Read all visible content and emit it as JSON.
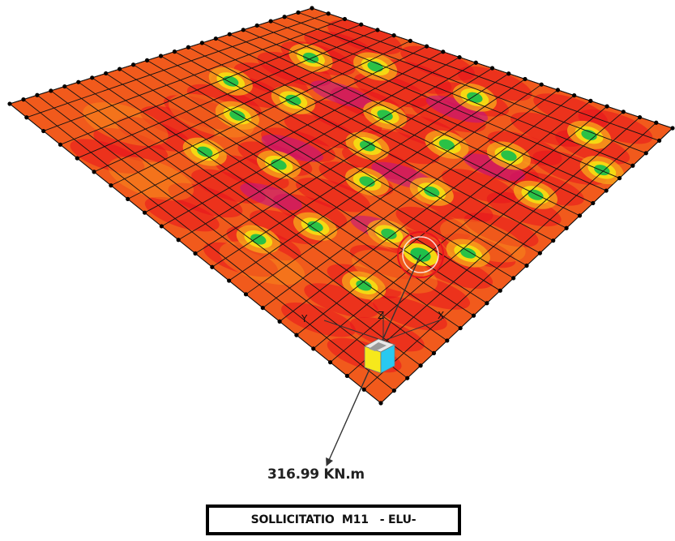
{
  "result": {
    "value_label": "316.99 KN.m",
    "title": "SOLLICITATIO  M11   - ELU-"
  },
  "axes": {
    "x": "X",
    "y": "Y",
    "z": "Z"
  },
  "mesh": {
    "rows": 22,
    "cols": 22
  },
  "colors": {
    "high": "#c0108a",
    "mid_high": "#e8131e",
    "mid": "#f5501a",
    "low_mid": "#f8a21a",
    "low": "#f5e012",
    "zero": "#1fc04a",
    "node": "#000000",
    "marker": "#e8131e"
  }
}
